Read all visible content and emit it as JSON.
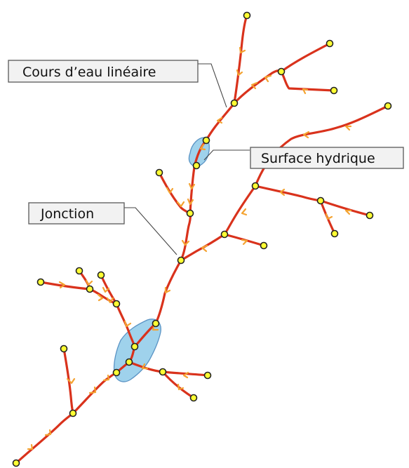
{
  "labels": {
    "linear_watercourse": "Cours d’eau linéaire",
    "water_surface": "Surface hydrique",
    "junction": "Jonction"
  },
  "colors": {
    "watercourse": "#d9321c",
    "node_fill": "#ffff33",
    "node_stroke": "#222222",
    "water_surface_fill": "#9fd2ec",
    "water_surface_stroke": "#5a93c4",
    "flow_arrow": "#f4a331",
    "label_box_fill": "#f2f2f2",
    "label_box_border": "#595959"
  },
  "icons": {
    "flow_direction": "flow-arrow-icon",
    "node": "junction-node-icon"
  }
}
